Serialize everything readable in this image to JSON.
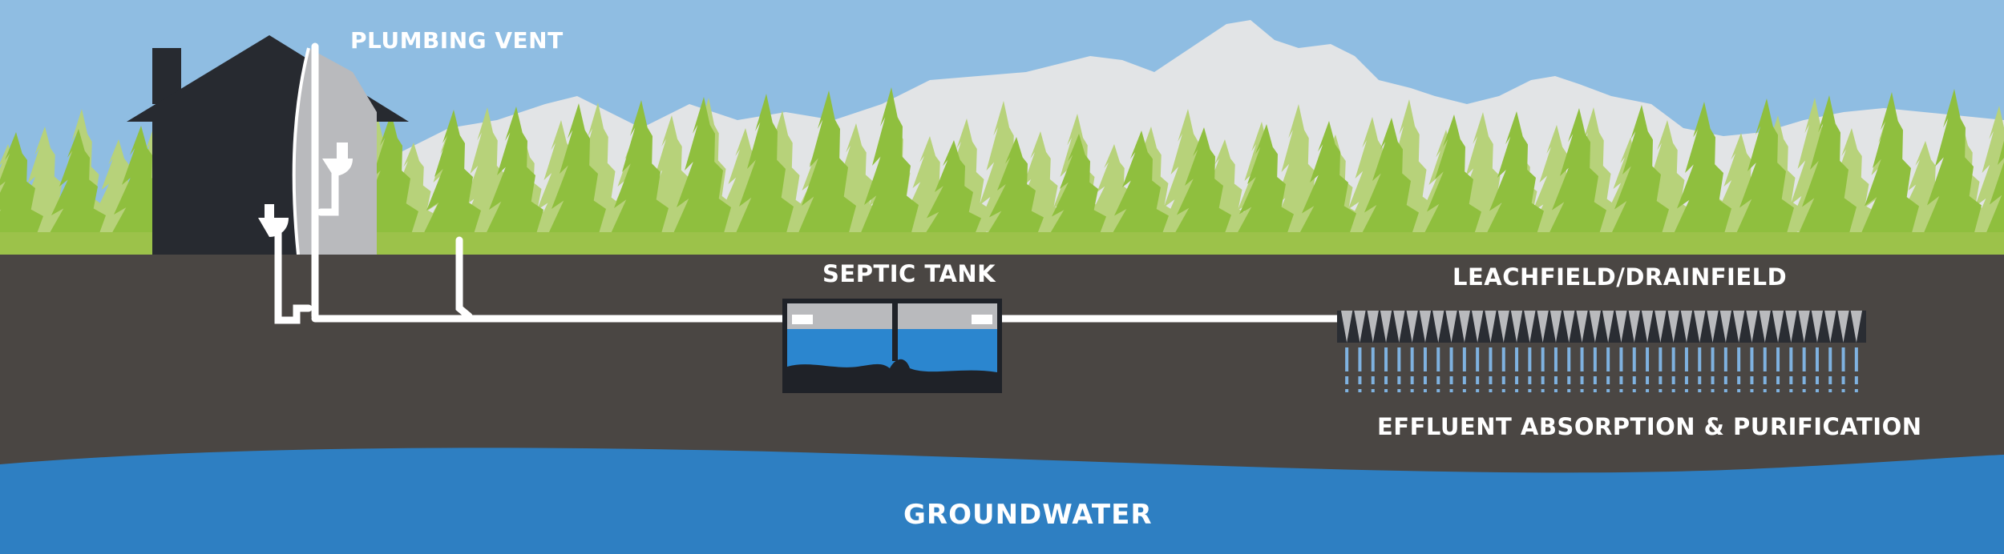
{
  "labels": {
    "plumbing_vent": "PLUMBING VENT",
    "septic_tank": "SEPTIC TANK",
    "leachfield": "LEACHFIELD/DRAINFIELD",
    "effluent": "EFFLUENT ABSORPTION & PURIFICATION",
    "groundwater": "GROUNDWATER"
  },
  "colors": {
    "sky": "#8fbde2",
    "mountains": "#e2e4e6",
    "trees_dark": "#8fbf3e",
    "trees_light": "#b7d27a",
    "soil": "#4a4643",
    "groundwater": "#2e7fc2",
    "pipe": "#ffffff",
    "house": "#272a30",
    "tank_water": "#2b86cf"
  }
}
